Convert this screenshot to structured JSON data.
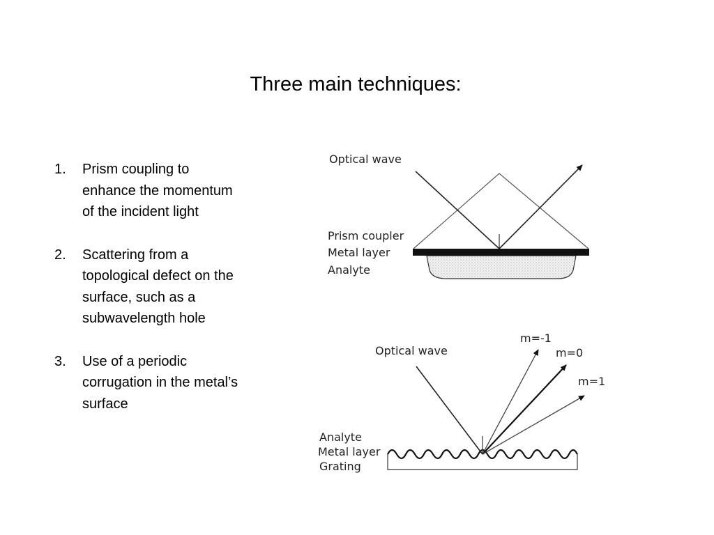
{
  "slide": {
    "title": "Three main techniques:",
    "techniques": [
      {
        "number": "1.",
        "text": "Prism coupling to enhance the momentum of the incident light"
      },
      {
        "number": "2.",
        "text": "Scattering from a topological defect on the surface, such as a subwavelength hole"
      },
      {
        "number": "3.",
        "text": "Use of a periodic corrugation in the metal’s surface"
      }
    ]
  },
  "prism_diagram": {
    "optical_wave_label": "Optical wave",
    "prism_label": "Prism coupler",
    "metal_label": "Metal layer",
    "analyte_label": "Analyte"
  },
  "grating_diagram": {
    "optical_wave_label": "Optical wave",
    "order_minus1_label": "m=-1",
    "order_0_label": "m=0",
    "order_1_label": "m=1",
    "analyte_label": "Analyte",
    "metal_label": "Metal layer",
    "grating_label": "Grating"
  }
}
